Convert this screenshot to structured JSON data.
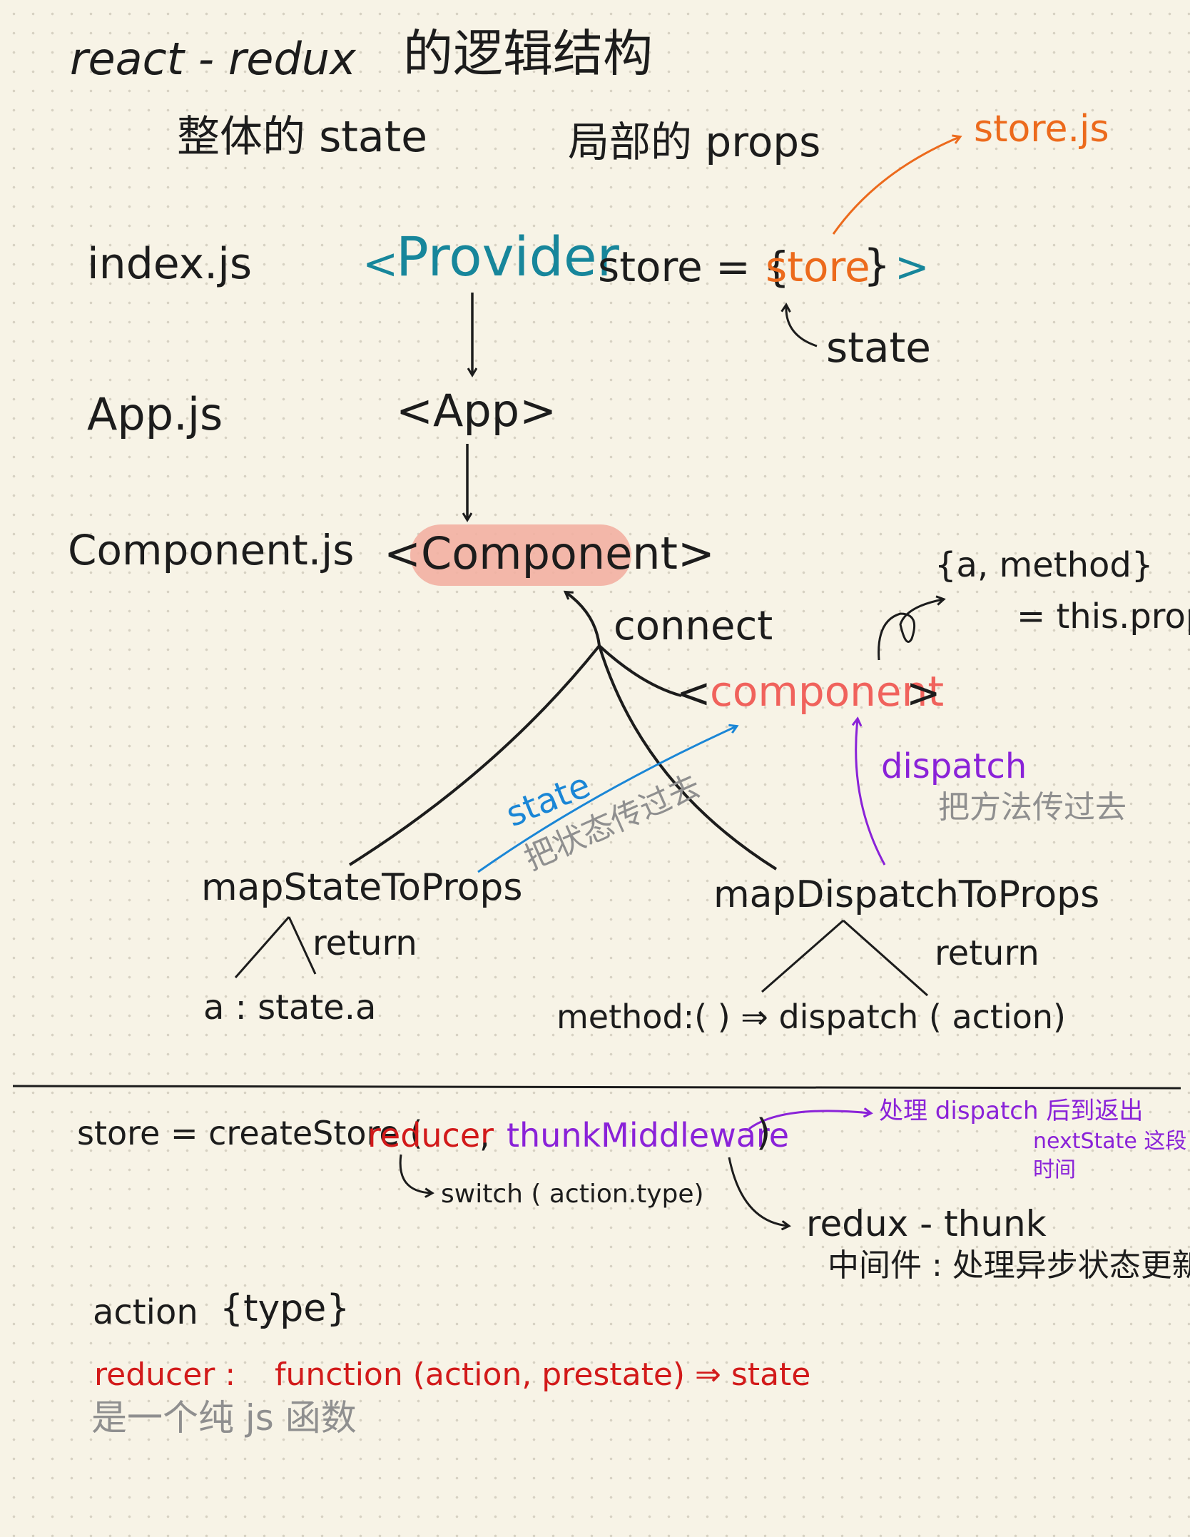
{
  "title": {
    "main": "react - redux",
    "subtitle": "的逻辑结构",
    "whole_state": "整体的 state",
    "local_props": "局部的 props"
  },
  "top": {
    "index_file": "index.js",
    "provider_open": "<",
    "provider_name": "Provider",
    "store_eq": "store = {",
    "store_inner": "store",
    "store_close": "}",
    "gt": ">",
    "store_js": "store.js",
    "state": "state",
    "app_file": "App.js",
    "app_tag": "<App>",
    "component_file": "Component.js",
    "component_tag": "<Component>"
  },
  "connect": {
    "label": "connect",
    "comp_lt": "<",
    "comp_name": "component",
    "comp_gt": ">",
    "props_obj": "{a, method}",
    "props_eq": "= this.props",
    "state_label": "state",
    "state_note": "把状态传过去",
    "dispatch_label": "dispatch",
    "dispatch_note": "把方法传过去"
  },
  "maps": {
    "msp": "mapStateToProps",
    "msp_return": "return",
    "msp_value": "a :  state.a",
    "mdp": "mapDispatchToProps",
    "mdp_return": "return",
    "mdp_value": "method:( ) ⇒ dispatch ( action)"
  },
  "bottom": {
    "store_prefix": "store = createStore (",
    "reducer": "reducer",
    "comma": ",",
    "thunk": "thunkMiddleware",
    "close": ")",
    "switch": "switch ( action.type)",
    "mw_note_1": "处理 dispatch 后到返出",
    "mw_note_2": "nextState 这段",
    "mw_note_3": "时间",
    "redux_thunk": "redux - thunk",
    "redux_thunk_note": "中间件 : 处理异步状态更新",
    "action": "action",
    "action_obj": "{type}",
    "reducer_label": "reducer :",
    "reducer_def": "function (action, prestate) ⇒ state",
    "reducer_note": "是一个纯 js 函数"
  },
  "colors": {
    "background": "#f7f3e6",
    "ink": "#1c1c1c",
    "orange": "#ec6a1c",
    "teal": "#17869b",
    "blue": "#1a86d6",
    "purple": "#8a22d8",
    "red": "#d21a1a",
    "pink": "#f0625c",
    "gray": "#8f8f8f",
    "highlight": "#f2b0a2"
  }
}
